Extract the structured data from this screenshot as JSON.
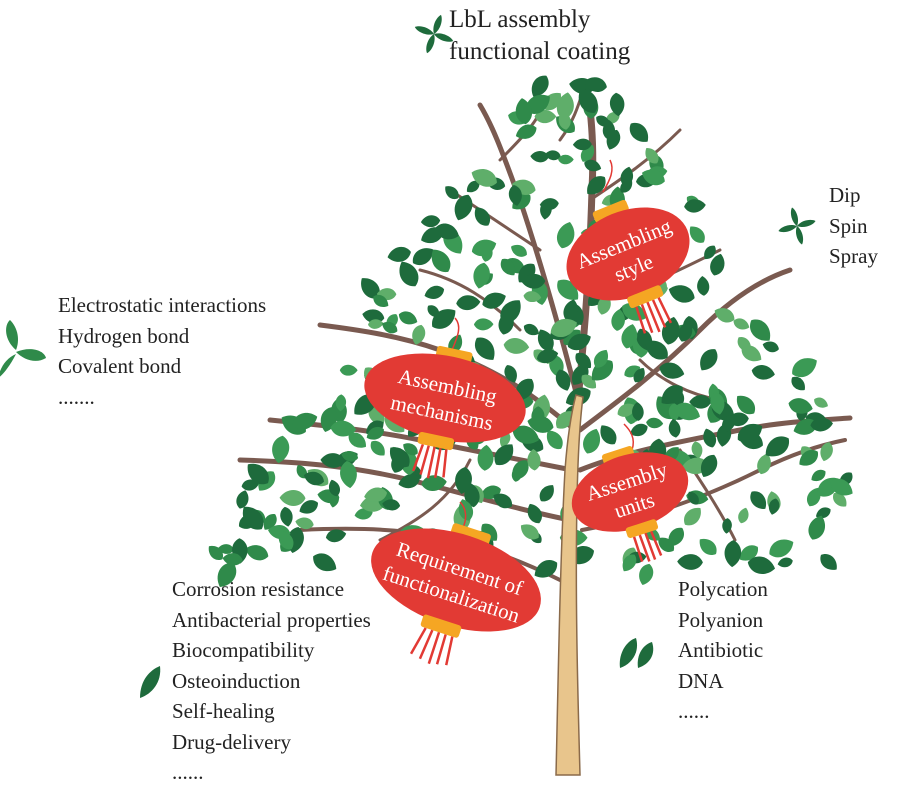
{
  "title_lines": [
    "LbL assembly",
    "functional coating"
  ],
  "lanterns": {
    "style": [
      "Assembling",
      "style"
    ],
    "mechanisms": [
      "Assembling",
      "mechanisms"
    ],
    "units": [
      "Assembly",
      "units"
    ],
    "functionalization": [
      "Requirement of",
      "functionalization"
    ]
  },
  "styles": [
    "Dip",
    "Spin",
    "Spray"
  ],
  "mechanisms": [
    "Electrostatic interactions",
    "Hydrogen bond",
    "Covalent bond",
    "......."
  ],
  "functions": [
    "Corrosion resistance",
    "Antibacterial properties",
    "Biocompatibility",
    "Osteoinduction",
    "Self-healing",
    "Drug-delivery",
    "......"
  ],
  "units": [
    "Polycation",
    "Polyanion",
    "Antibiotic",
    "DNA",
    "......"
  ],
  "colors": {
    "lantern_red": "#e23a34",
    "lantern_cap": "#f5a623",
    "trunk": "#e8c58c",
    "branch": "#7a5a50",
    "leaf_dark": "#1e6b3c",
    "leaf_mid": "#2f8a4a",
    "leaf_light": "#5fae6a"
  }
}
